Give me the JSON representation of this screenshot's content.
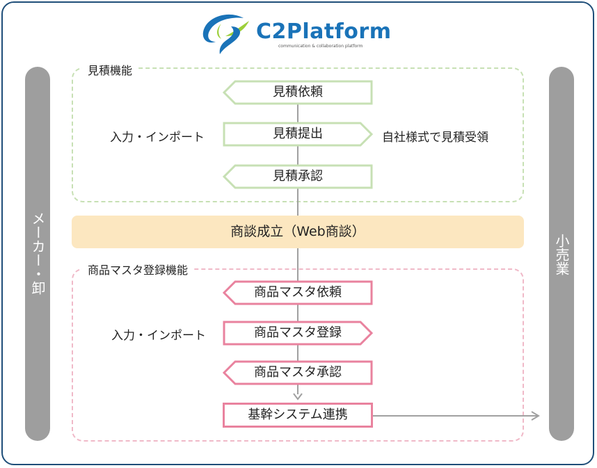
{
  "logo": {
    "name": "C2Platform",
    "tagline": "communication & collaboration platform"
  },
  "sides": {
    "left_label": "メーカー・卸",
    "right_label": "小売業"
  },
  "quote_group": {
    "title": "見積機能",
    "input_label": "入力・インポート",
    "steps": [
      {
        "label": "見積依頼",
        "direction": "left"
      },
      {
        "label": "見積提出",
        "direction": "right"
      },
      {
        "label": "見積承認",
        "direction": "left"
      }
    ],
    "right_note": "自社様式で見積受領"
  },
  "banner": {
    "label": "商談成立（Web商談）"
  },
  "product_group": {
    "title": "商品マスタ登録機能",
    "input_label": "入力・インポート",
    "steps": [
      {
        "label": "商品マスタ依頼",
        "direction": "left"
      },
      {
        "label": "商品マスタ登録",
        "direction": "right"
      },
      {
        "label": "商品マスタ承認",
        "direction": "left"
      }
    ],
    "final_label": "基幹システム連携"
  },
  "colors": {
    "quote_border": "#c7e0b4",
    "product_border": "#e9829e",
    "banner_fill": "#fce7c0",
    "side_bar": "#9e9e9e",
    "frame": "#1f4e79",
    "logo_blue": "#1a73b8",
    "logo_green": "#9ccf3a"
  }
}
